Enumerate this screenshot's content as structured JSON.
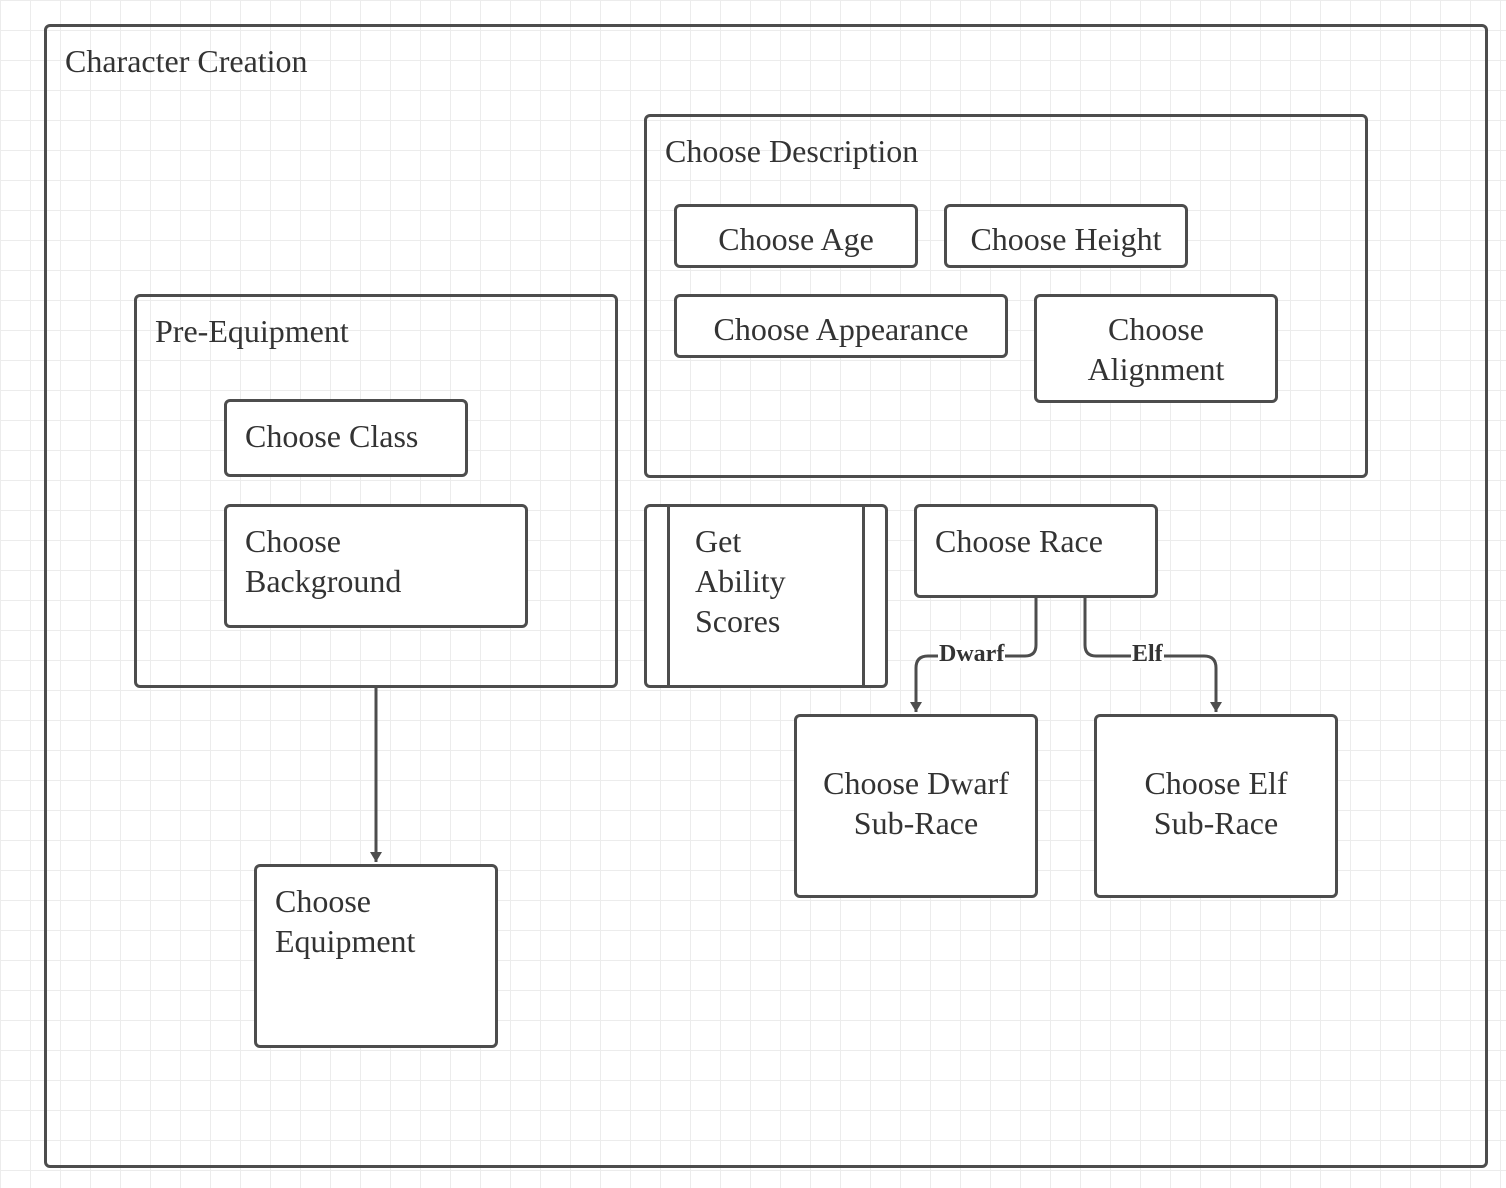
{
  "frame": {
    "title": "Character Creation"
  },
  "pre_equipment": {
    "title": "Pre-Equipment",
    "choose_class": "Choose Class",
    "choose_background": "Choose\nBackground"
  },
  "description": {
    "title": "Choose Description",
    "age": "Choose Age",
    "height": "Choose Height",
    "appearance": "Choose Appearance",
    "alignment": "Choose\nAlignment"
  },
  "ability_scores": {
    "label": "Get\nAbility\nScores"
  },
  "race": {
    "label": "Choose Race"
  },
  "dwarf": {
    "label": "Choose Dwarf\nSub-Race",
    "edge_label": "Dwarf"
  },
  "elf": {
    "label": "Choose Elf\nSub-Race",
    "edge_label": "Elf"
  },
  "equipment": {
    "label": "Choose\nEquipment"
  },
  "colors": {
    "stroke": "#4d4d4d",
    "text": "#333333",
    "grid": "#ececec"
  }
}
